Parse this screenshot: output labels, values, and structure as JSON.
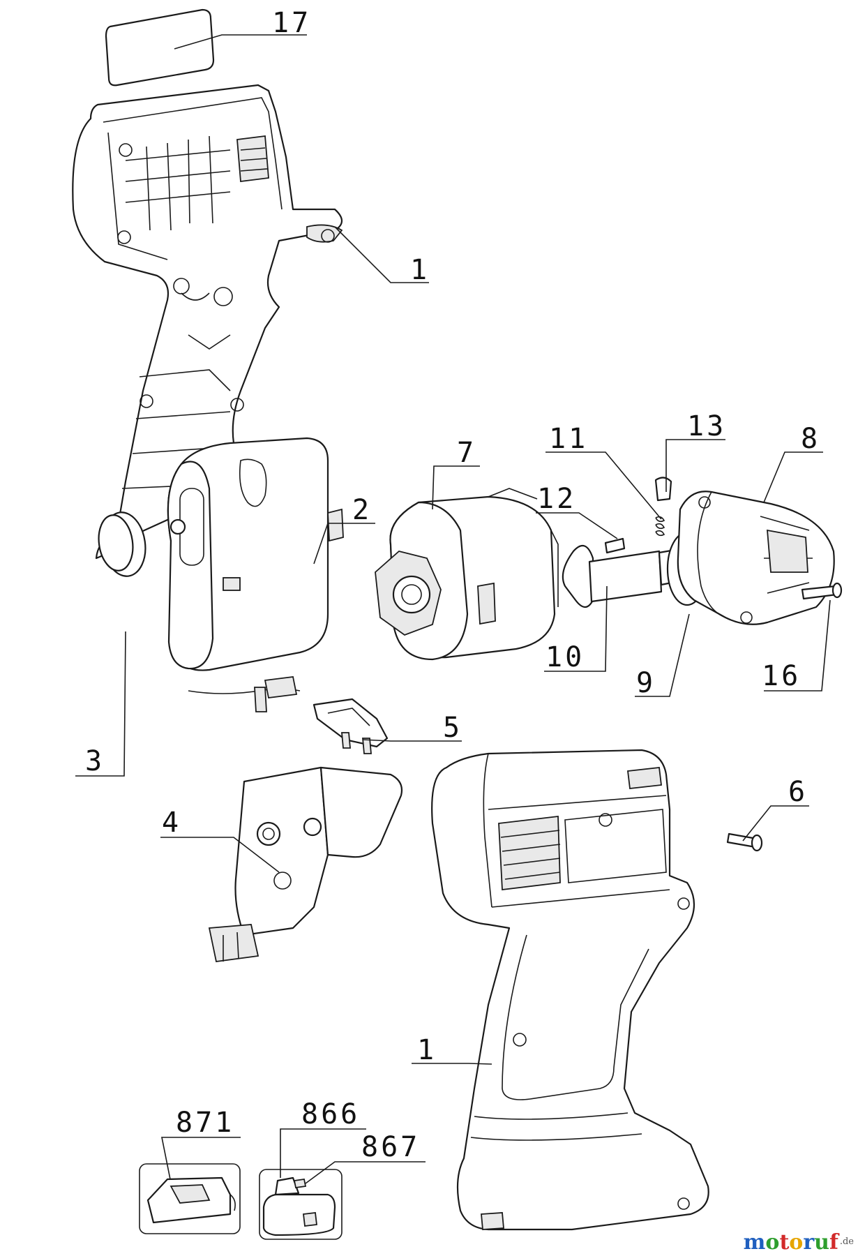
{
  "labels": {
    "p17": "17",
    "p1_top": "1",
    "p13": "13",
    "p11": "11",
    "p8": "8",
    "p12": "12",
    "p7": "7",
    "p2": "2",
    "p3": "3",
    "p10": "10",
    "p9": "9",
    "p16": "16",
    "p5": "5",
    "p4": "4",
    "p6": "6",
    "p1_bottom": "1",
    "p871": "871",
    "p866": "866",
    "p867": "867"
  },
  "watermark": {
    "letters": [
      "m",
      "o",
      "t",
      "o",
      "r",
      "u",
      "f"
    ],
    "colors": [
      "#1f5fbf",
      "#2e9e2e",
      "#d22a2a",
      "#e6a500",
      "#1f5fbf",
      "#2e9e2e",
      "#d22a2a"
    ],
    "suffix": ".de"
  }
}
